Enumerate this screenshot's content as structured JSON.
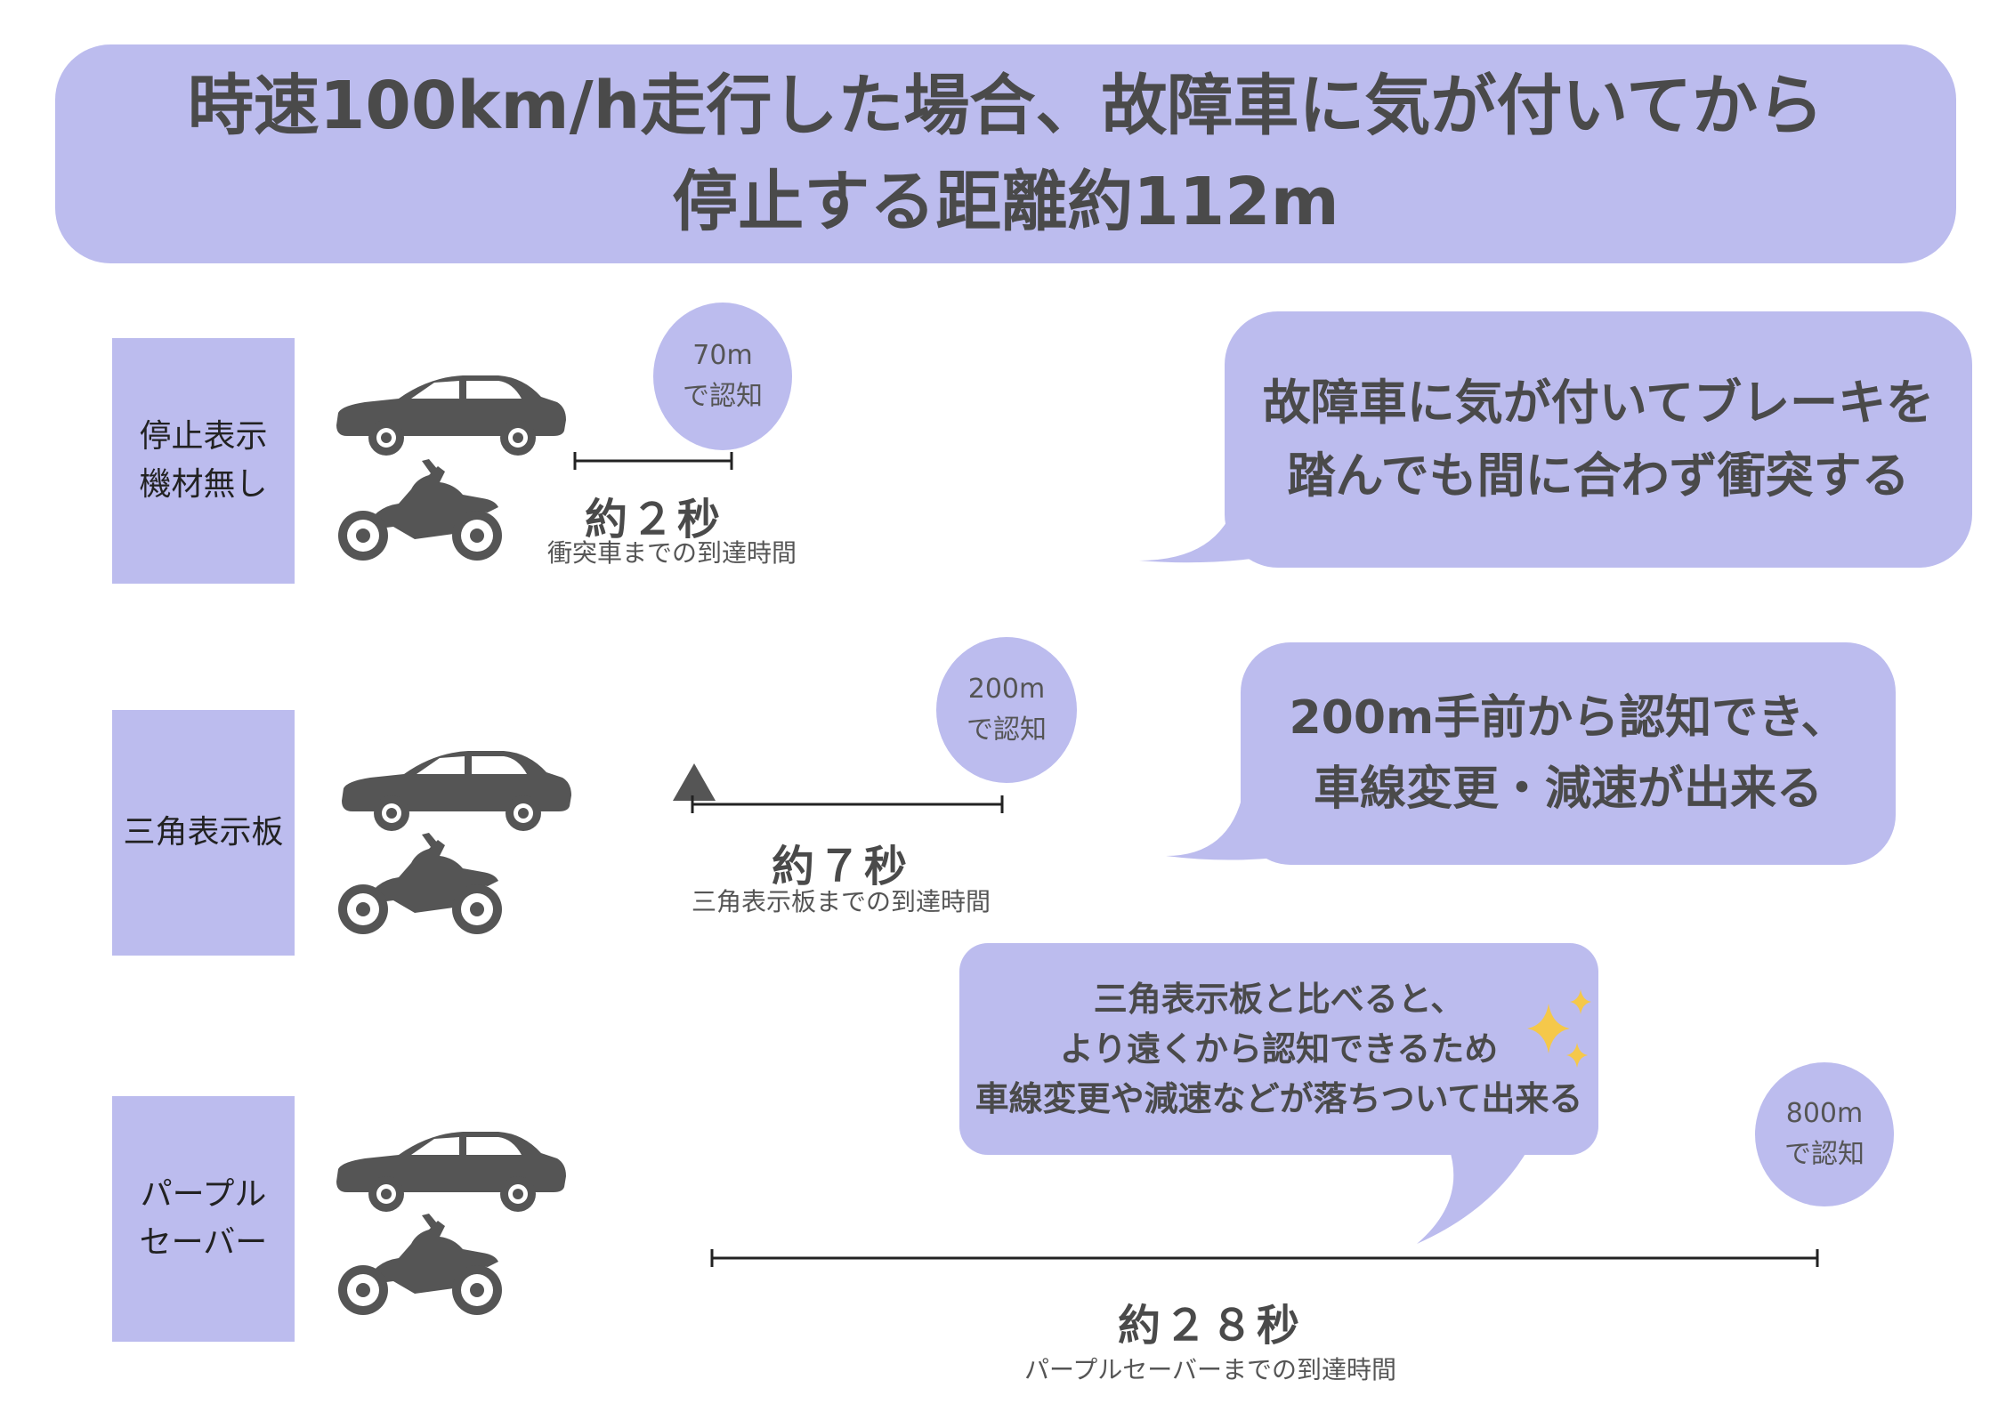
{
  "title": {
    "line1": "時速100km/h走行した場合、故障車に気が付いてから",
    "line2": "停止する距離約112m"
  },
  "rows": [
    {
      "label_line1": "停止表示",
      "label_line2": "機材無し",
      "distance_line1": "70m",
      "distance_line2": "で認知",
      "time": "約２秒",
      "caption": "衝突車までの到達時間"
    },
    {
      "label_line1": "三角表示板",
      "distance_line1": "200m",
      "distance_line2": "で認知",
      "time": "約７秒",
      "caption": "三角表示板までの到達時間"
    },
    {
      "label_line1": "パープル",
      "label_line2": "セーバー",
      "distance_line1": "800m",
      "distance_line2": "で認知",
      "time": "約２８秒",
      "caption": "パープルセーバーまでの到達時間"
    }
  ],
  "bubbles": [
    {
      "line1": "故障車に気が付いてブレーキを",
      "line2": "踏んでも間に合わず衝突する"
    },
    {
      "line1": "200m手前から認知でき、",
      "line2": "車線変更・減速が出来る"
    },
    {
      "line1": "三角表示板と比べると、",
      "line2": "より遠くから認知できるため",
      "line3": "車線変更や減速などが落ちついて出来る"
    }
  ],
  "colors": {
    "accent": "#bcbcee",
    "vehicle": "#555555",
    "text": "#4a4a4a",
    "sparkle": "#f5c84a"
  },
  "icons": [
    "car-icon",
    "motorcycle-icon",
    "warning-triangle-icon",
    "sparkle-icon"
  ]
}
